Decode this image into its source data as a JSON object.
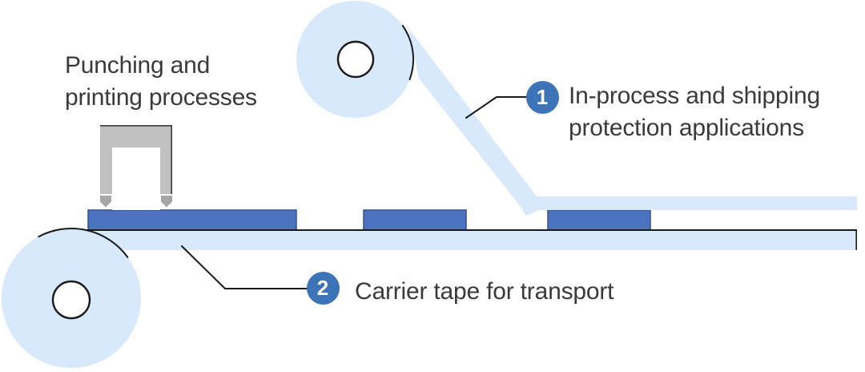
{
  "colors": {
    "background": "#ffffff",
    "tape_light_blue": "#d7e9fb",
    "component_blue": "#4d72c0",
    "component_border": "#35518f",
    "badge_blue": "#3d74b8",
    "label_text": "#3a3a3a",
    "outline_dark": "#1a1a1a",
    "machine_gray": "#c0c0c0",
    "machine_edge": "#3c3c3c",
    "punch_tip_gray": "#a6a6a6"
  },
  "labels": {
    "machine": {
      "line1": "Punching and",
      "line2": "printing processes"
    },
    "callout1": {
      "number": "1",
      "line1": "In-process and shipping",
      "line2": "protection applications"
    },
    "callout2": {
      "number": "2",
      "text": "Carrier tape for transport"
    }
  }
}
